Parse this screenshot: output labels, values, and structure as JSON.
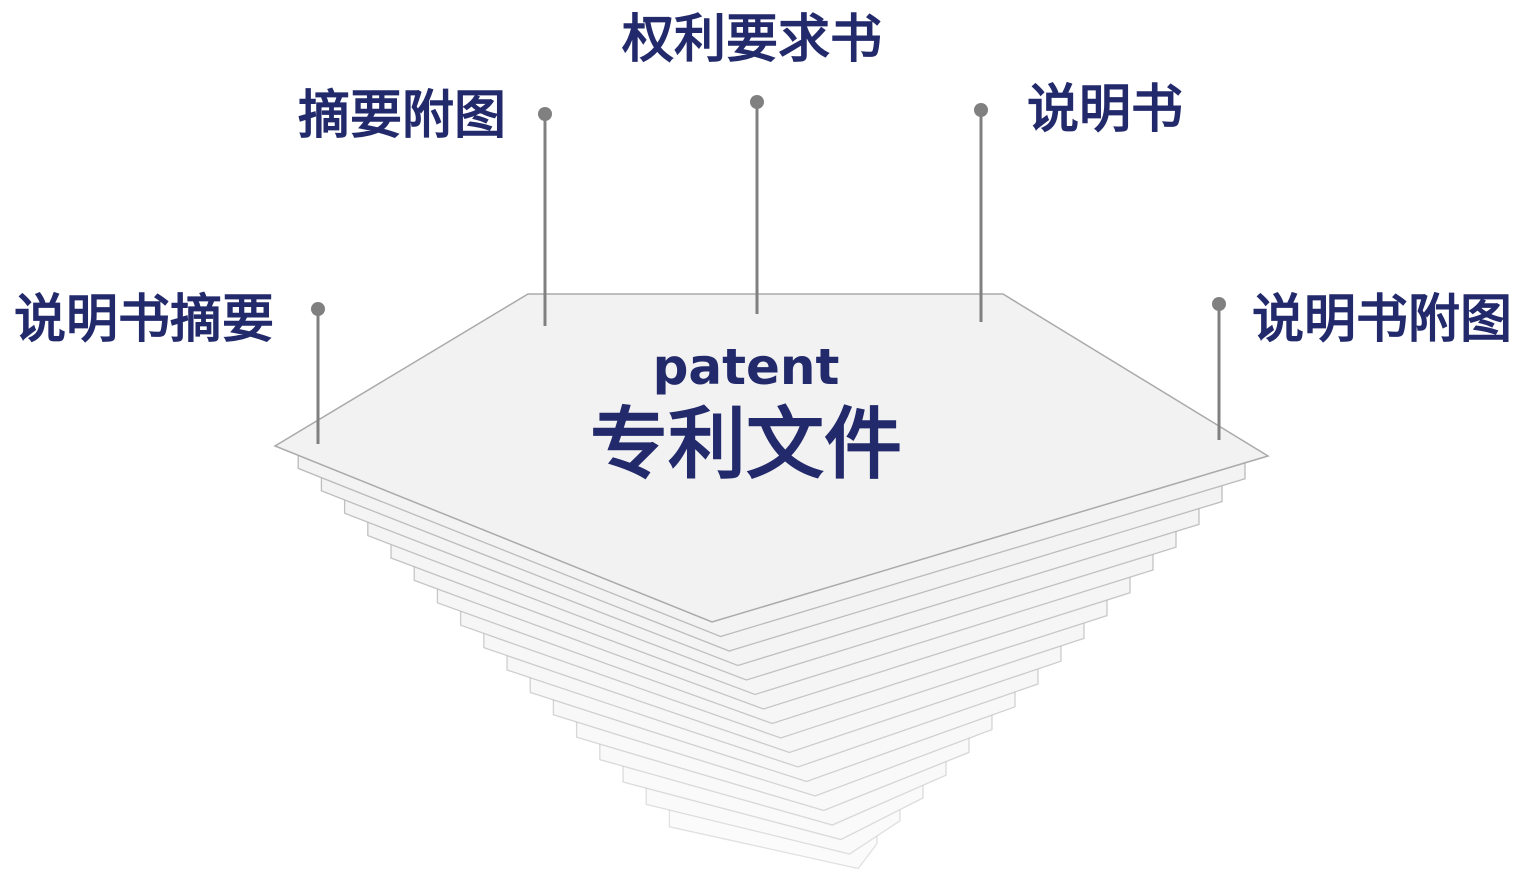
{
  "center": {
    "subtitle": "patent",
    "title": "专利文件"
  },
  "labels": [
    {
      "id": "summary",
      "text": "说明书摘要"
    },
    {
      "id": "abstract-figure",
      "text": "摘要附图"
    },
    {
      "id": "claims",
      "text": "权利要求书"
    },
    {
      "id": "specification",
      "text": "说明书"
    },
    {
      "id": "spec-figures",
      "text": "说明书附图"
    }
  ],
  "colors": {
    "text": "#222a6b",
    "connector": "#808080",
    "top_fill": "#f2f2f2",
    "page_stroke": "#b4b4b4"
  }
}
